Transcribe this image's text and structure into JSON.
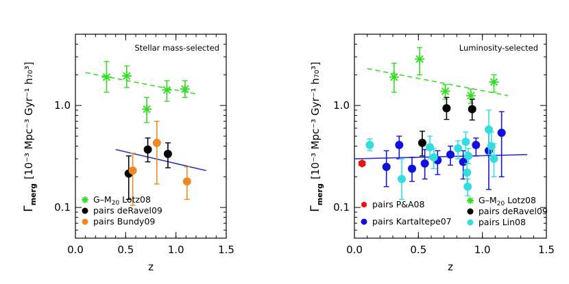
{
  "chart_data": [
    {
      "type": "scatter",
      "panel": "left",
      "annotation": "Stellar mass-selected",
      "xlabel": "z",
      "ylabel_main": "Γ",
      "ylabel_sub": "merg",
      "ylabel_units": "[10⁻³ Mpc⁻³ Gyr⁻¹ h₇₀³]",
      "xlim": [
        0.0,
        1.5
      ],
      "ylim": [
        0.05,
        5.0
      ],
      "yscale": "log",
      "xticks": [
        "0.0",
        "0.5",
        "1.0",
        "1.5"
      ],
      "yticks": [
        {
          "value": 0.1,
          "label": "0.1"
        },
        {
          "value": 1.0,
          "label": "1.0"
        }
      ],
      "legend_position": "bottom-left",
      "series": [
        {
          "name": "G–M20 Lotz08",
          "legend_label": "G–M",
          "legend_sub": "20",
          "legend_suffix": " Lotz08",
          "marker": "asterisk",
          "color": "#33dd22",
          "points": [
            {
              "x": 0.31,
              "y": 1.9,
              "ylo": 1.35,
              "yhi": 2.7
            },
            {
              "x": 0.51,
              "y": 1.95,
              "ylo": 1.5,
              "yhi": 2.45
            },
            {
              "x": 0.71,
              "y": 0.92,
              "ylo": 0.68,
              "yhi": 1.2
            },
            {
              "x": 0.91,
              "y": 1.42,
              "ylo": 1.1,
              "yhi": 1.75
            },
            {
              "x": 1.09,
              "y": 1.45,
              "ylo": 1.2,
              "yhi": 1.75
            }
          ],
          "fit": {
            "x": [
              0.1,
              1.2
            ],
            "y": [
              2.1,
              1.3
            ],
            "style": "dashed"
          }
        },
        {
          "name": "pairs deRavel09",
          "legend_label": "pairs deRavel09",
          "marker": "circle",
          "color": "#000000",
          "points": [
            {
              "x": 0.53,
              "y": 0.215,
              "ylo": 0.12,
              "yhi": 0.32
            },
            {
              "x": 0.72,
              "y": 0.37,
              "ylo": 0.28,
              "yhi": 0.48
            },
            {
              "x": 0.92,
              "y": 0.335,
              "ylo": 0.245,
              "yhi": 0.43
            }
          ]
        },
        {
          "name": "pairs Bundy09",
          "legend_label": "pairs Bundy09",
          "marker": "circle",
          "color": "#ee8822",
          "points": [
            {
              "x": 0.57,
              "y": 0.23,
              "ylo": 0.105,
              "yhi": 0.34
            },
            {
              "x": 0.81,
              "y": 0.43,
              "ylo": 0.17,
              "yhi": 0.7
            },
            {
              "x": 1.11,
              "y": 0.18,
              "ylo": 0.12,
              "yhi": 0.25
            }
          ]
        }
      ],
      "trend": {
        "color": "#2233cc",
        "x": [
          0.4,
          1.3
        ],
        "y": [
          0.37,
          0.23
        ]
      }
    },
    {
      "type": "scatter",
      "panel": "right",
      "annotation": "Luminosity-selected",
      "xlabel": "z",
      "ylabel_main": "Γ",
      "ylabel_sub": "merg",
      "ylabel_units": "[10⁻³ Mpc⁻³ Gyr⁻¹ h₇₀³]",
      "xlim": [
        0.0,
        1.5
      ],
      "ylim": [
        0.05,
        5.0
      ],
      "yscale": "log",
      "xticks": [
        "0.0",
        "0.5",
        "1.0",
        "1.5"
      ],
      "yticks": [
        {
          "value": 0.1,
          "label": "0.1"
        },
        {
          "value": 1.0,
          "label": "1.0"
        }
      ],
      "legend_position": "bottom",
      "series": [
        {
          "name": "G–M20 Lotz08",
          "legend_label": "G–M",
          "legend_sub": "20",
          "legend_suffix": " Lotz08",
          "marker": "asterisk",
          "color": "#33dd22",
          "points": [
            {
              "x": 0.31,
              "y": 1.9,
              "ylo": 1.35,
              "yhi": 2.6
            },
            {
              "x": 0.51,
              "y": 2.85,
              "ylo": 2.0,
              "yhi": 3.7
            },
            {
              "x": 0.71,
              "y": 1.38,
              "ylo": 1.15,
              "yhi": 1.6
            },
            {
              "x": 0.91,
              "y": 1.25,
              "ylo": 1.05,
              "yhi": 1.45
            },
            {
              "x": 1.09,
              "y": 1.7,
              "ylo": 1.35,
              "yhi": 2.0
            }
          ],
          "fit": {
            "x": [
              0.1,
              1.2
            ],
            "y": [
              2.3,
              1.25
            ],
            "style": "dashed"
          }
        },
        {
          "name": "pairs deRavel09",
          "legend_label": "pairs deRavel09",
          "marker": "circle",
          "color": "#000000",
          "points": [
            {
              "x": 0.53,
              "y": 0.43,
              "ylo": 0.32,
              "yhi": 0.56
            },
            {
              "x": 0.72,
              "y": 0.94,
              "ylo": 0.73,
              "yhi": 1.2
            },
            {
              "x": 0.92,
              "y": 0.92,
              "ylo": 0.72,
              "yhi": 1.15
            }
          ]
        },
        {
          "name": "pairs P&A08",
          "legend_label": "pairs P&A08",
          "marker": "hexagon",
          "color": "#ee1111",
          "points": [
            {
              "x": 0.06,
              "y": 0.27
            }
          ]
        },
        {
          "name": "pairs Kartaltepe07",
          "legend_label": "pairs Kartaltepe07",
          "marker": "circle",
          "color": "#1111dd",
          "points": [
            {
              "x": 0.25,
              "y": 0.25,
              "ylo": 0.16,
              "yhi": 0.36
            },
            {
              "x": 0.35,
              "y": 0.41,
              "ylo": 0.3,
              "yhi": 0.5
            },
            {
              "x": 0.45,
              "y": 0.24,
              "ylo": 0.18,
              "yhi": 0.31
            },
            {
              "x": 0.55,
              "y": 0.27,
              "ylo": 0.19,
              "yhi": 0.37
            },
            {
              "x": 0.65,
              "y": 0.29,
              "ylo": 0.21,
              "yhi": 0.36
            },
            {
              "x": 0.75,
              "y": 0.33,
              "ylo": 0.26,
              "yhi": 0.4
            },
            {
              "x": 0.85,
              "y": 0.28,
              "ylo": 0.19,
              "yhi": 0.36
            },
            {
              "x": 0.95,
              "y": 0.41,
              "ylo": 0.32,
              "yhi": 0.48
            },
            {
              "x": 1.05,
              "y": 0.36,
              "ylo": 0.15,
              "yhi": 0.6
            },
            {
              "x": 1.15,
              "y": 0.54,
              "ylo": 0.2,
              "yhi": 0.87
            }
          ]
        },
        {
          "name": "pairs Lin08",
          "legend_label": "pairs Lin08",
          "marker": "circle",
          "color": "#33dddd",
          "points": [
            {
              "x": 0.12,
              "y": 0.41,
              "ylo": 0.36,
              "yhi": 0.47
            },
            {
              "x": 0.37,
              "y": 0.19,
              "ylo": 0.12,
              "yhi": 0.3
            },
            {
              "x": 0.59,
              "y": 0.39,
              "ylo": 0.3,
              "yhi": 0.5
            },
            {
              "x": 0.62,
              "y": 0.31,
              "ylo": 0.24,
              "yhi": 0.38
            },
            {
              "x": 0.81,
              "y": 0.38,
              "ylo": 0.3,
              "yhi": 0.45
            },
            {
              "x": 0.87,
              "y": 0.44,
              "ylo": 0.35,
              "yhi": 0.55
            },
            {
              "x": 0.88,
              "y": 0.22,
              "ylo": 0.16,
              "yhi": 0.27
            },
            {
              "x": 0.885,
              "y": 0.16,
              "ylo": 0.13,
              "yhi": 0.19
            },
            {
              "x": 0.89,
              "y": 0.32,
              "ylo": 0.27,
              "yhi": 0.38
            },
            {
              "x": 1.05,
              "y": 0.58,
              "ylo": 0.33,
              "yhi": 0.9
            },
            {
              "x": 1.07,
              "y": 0.4,
              "ylo": 0.3,
              "yhi": 0.55
            },
            {
              "x": 1.09,
              "y": 0.3,
              "ylo": 0.2,
              "yhi": 0.42
            }
          ]
        }
      ],
      "trend": {
        "color": "#2233cc",
        "x": [
          0.0,
          1.35
        ],
        "y": [
          0.3,
          0.33
        ]
      }
    }
  ]
}
